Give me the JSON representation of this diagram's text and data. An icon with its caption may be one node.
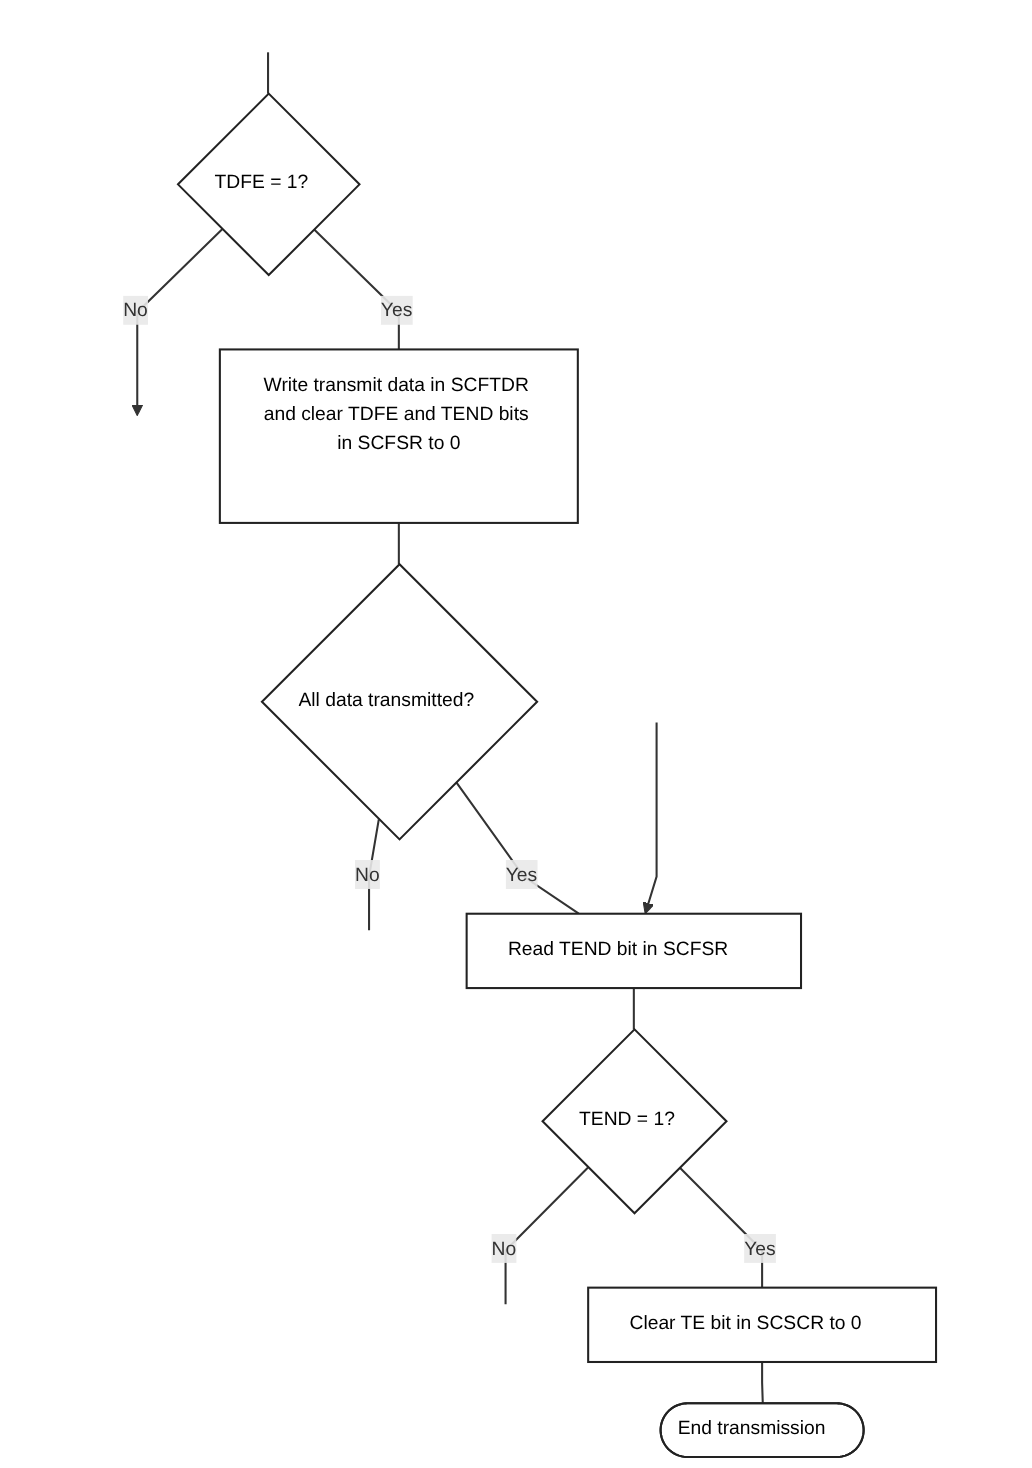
{
  "diagram": {
    "nodes": [
      {
        "text": [
          "TDFE = 1?"
        ]
      },
      {
        "text": [
          "Write transmit data in SCFTDR and clear TDFE and TEND bits in SCFSR to 0"
        ]
      },
      {
        "text": [
          "All data transmitted?"
        ]
      },
      {
        "text": [
          "Read TEND bit in SCFSR"
        ]
      },
      {
        "text": [
          "TEND = 1?"
        ]
      },
      {
        "text": [
          "Clear TE bit in SCSCR to 0"
        ]
      },
      {
        "text": [
          "End transmission"
        ]
      }
    ],
    "edges": [
      {
        "from": null,
        "to": 0,
        "arrow": "none"
      },
      {
        "from": 0,
        "to": null,
        "arrow": "to",
        "label": "No"
      },
      {
        "from": 0,
        "to": 1,
        "arrow": "none",
        "label": "Yes"
      },
      {
        "from": 1,
        "to": 2,
        "arrow": "none"
      },
      {
        "from": 2,
        "to": null,
        "arrow": "none",
        "label": "No"
      },
      {
        "from": 2,
        "to": 3,
        "arrow": "none",
        "label": "Yes"
      },
      {
        "from": null,
        "to": 3,
        "arrow": "to"
      },
      {
        "from": 3,
        "to": 4,
        "arrow": "none"
      },
      {
        "from": 4,
        "to": null,
        "arrow": "none",
        "label": "No"
      },
      {
        "from": 4,
        "to": 5,
        "arrow": "none",
        "label": "Yes"
      },
      {
        "from": 5,
        "to": 6,
        "arrow": "none"
      }
    ]
  }
}
